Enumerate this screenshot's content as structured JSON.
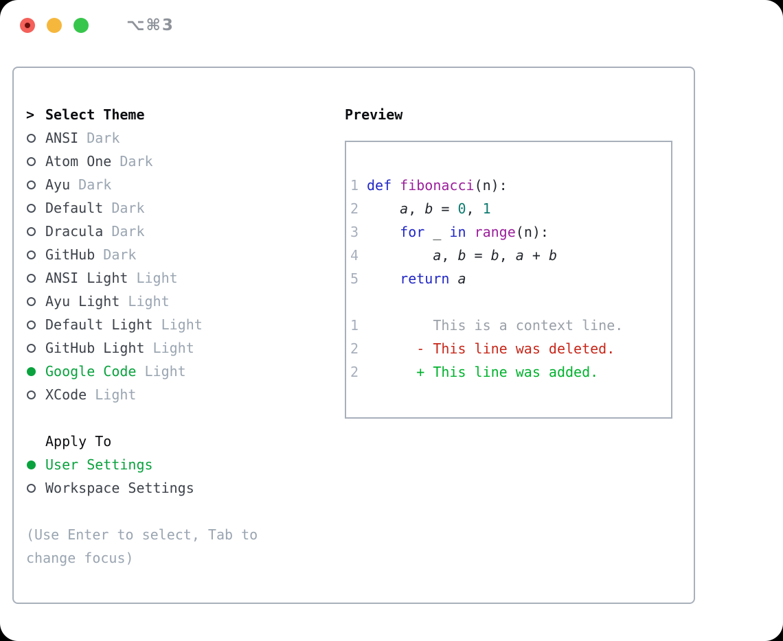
{
  "window": {
    "title": "⌥⌘3"
  },
  "theme_picker": {
    "header_prefix": ">",
    "header": "Select Theme",
    "themes": [
      {
        "name": "ANSI",
        "variant": "Dark",
        "selected": false
      },
      {
        "name": "Atom One",
        "variant": "Dark",
        "selected": false
      },
      {
        "name": "Ayu",
        "variant": "Dark",
        "selected": false
      },
      {
        "name": "Default",
        "variant": "Dark",
        "selected": false
      },
      {
        "name": "Dracula",
        "variant": "Dark",
        "selected": false
      },
      {
        "name": "GitHub",
        "variant": "Dark",
        "selected": false
      },
      {
        "name": "ANSI Light",
        "variant": "Light",
        "selected": false
      },
      {
        "name": "Ayu Light",
        "variant": "Light",
        "selected": false
      },
      {
        "name": "Default Light",
        "variant": "Light",
        "selected": false
      },
      {
        "name": "GitHub Light",
        "variant": "Light",
        "selected": false
      },
      {
        "name": "Google Code",
        "variant": "Light",
        "selected": true
      },
      {
        "name": "XCode",
        "variant": "Light",
        "selected": false
      }
    ],
    "apply_to": {
      "header": "Apply To",
      "options": [
        {
          "label": "User Settings",
          "selected": true
        },
        {
          "label": "Workspace Settings",
          "selected": false
        }
      ]
    },
    "hint": "(Use Enter to select, Tab to change focus)"
  },
  "preview": {
    "title": "Preview",
    "lines": [
      {
        "num": "1",
        "tokens": [
          [
            "keyword",
            "def"
          ],
          [
            "plain",
            " "
          ],
          [
            "function",
            "fibonacci"
          ],
          [
            "plain",
            "("
          ],
          [
            "plain",
            "n"
          ],
          [
            "plain",
            "):"
          ]
        ]
      },
      {
        "num": "2",
        "tokens": [
          [
            "plain",
            "    "
          ],
          [
            "variable",
            "a"
          ],
          [
            "plain",
            ", "
          ],
          [
            "variable",
            "b"
          ],
          [
            "plain",
            " = "
          ],
          [
            "number",
            "0"
          ],
          [
            "plain",
            ", "
          ],
          [
            "number",
            "1"
          ]
        ]
      },
      {
        "num": "3",
        "tokens": [
          [
            "plain",
            "    "
          ],
          [
            "keyword",
            "for"
          ],
          [
            "plain",
            " _ "
          ],
          [
            "keyword",
            "in"
          ],
          [
            "plain",
            " "
          ],
          [
            "function",
            "range"
          ],
          [
            "plain",
            "("
          ],
          [
            "plain",
            "n"
          ],
          [
            "plain",
            "):"
          ]
        ]
      },
      {
        "num": "4",
        "tokens": [
          [
            "plain",
            "        "
          ],
          [
            "variable",
            "a"
          ],
          [
            "plain",
            ", "
          ],
          [
            "variable",
            "b"
          ],
          [
            "plain",
            " = "
          ],
          [
            "variable",
            "b"
          ],
          [
            "plain",
            ", "
          ],
          [
            "variable",
            "a"
          ],
          [
            "plain",
            " + "
          ],
          [
            "variable",
            "b"
          ]
        ]
      },
      {
        "num": "5",
        "tokens": [
          [
            "plain",
            "    "
          ],
          [
            "keyword",
            "return"
          ],
          [
            "plain",
            " "
          ],
          [
            "variable",
            "a"
          ]
        ]
      },
      {
        "num": "",
        "tokens": []
      },
      {
        "num": "1",
        "tokens": [
          [
            "context",
            "        This is a context line."
          ]
        ]
      },
      {
        "num": "2",
        "tokens": [
          [
            "plain",
            "      "
          ],
          [
            "deleted",
            "- This line was deleted."
          ]
        ]
      },
      {
        "num": "2",
        "tokens": [
          [
            "plain",
            "      "
          ],
          [
            "added",
            "+ This line was added."
          ]
        ]
      }
    ]
  },
  "colors": {
    "accent_green": "#0aa23e",
    "border": "#a8b0bb",
    "text_primary": "#0c0d10",
    "theme_name": "#3d424a",
    "muted": "#9aa5b1",
    "circle_outline": "#4a505a",
    "line_number": "#a7afbc",
    "keyword": "#2127c4",
    "function": "#9b1f9b",
    "number": "#0d7a6f",
    "code_plain": "#22262c",
    "diff_context": "#9aa0a8",
    "diff_deleted": "#c7271a",
    "diff_added": "#00b22d",
    "titlebar_text": "#8e939a",
    "light_red": "#f4605a",
    "light_red_dot": "#6b100c",
    "light_yellow": "#f6b73d",
    "light_green": "#37c64c"
  }
}
